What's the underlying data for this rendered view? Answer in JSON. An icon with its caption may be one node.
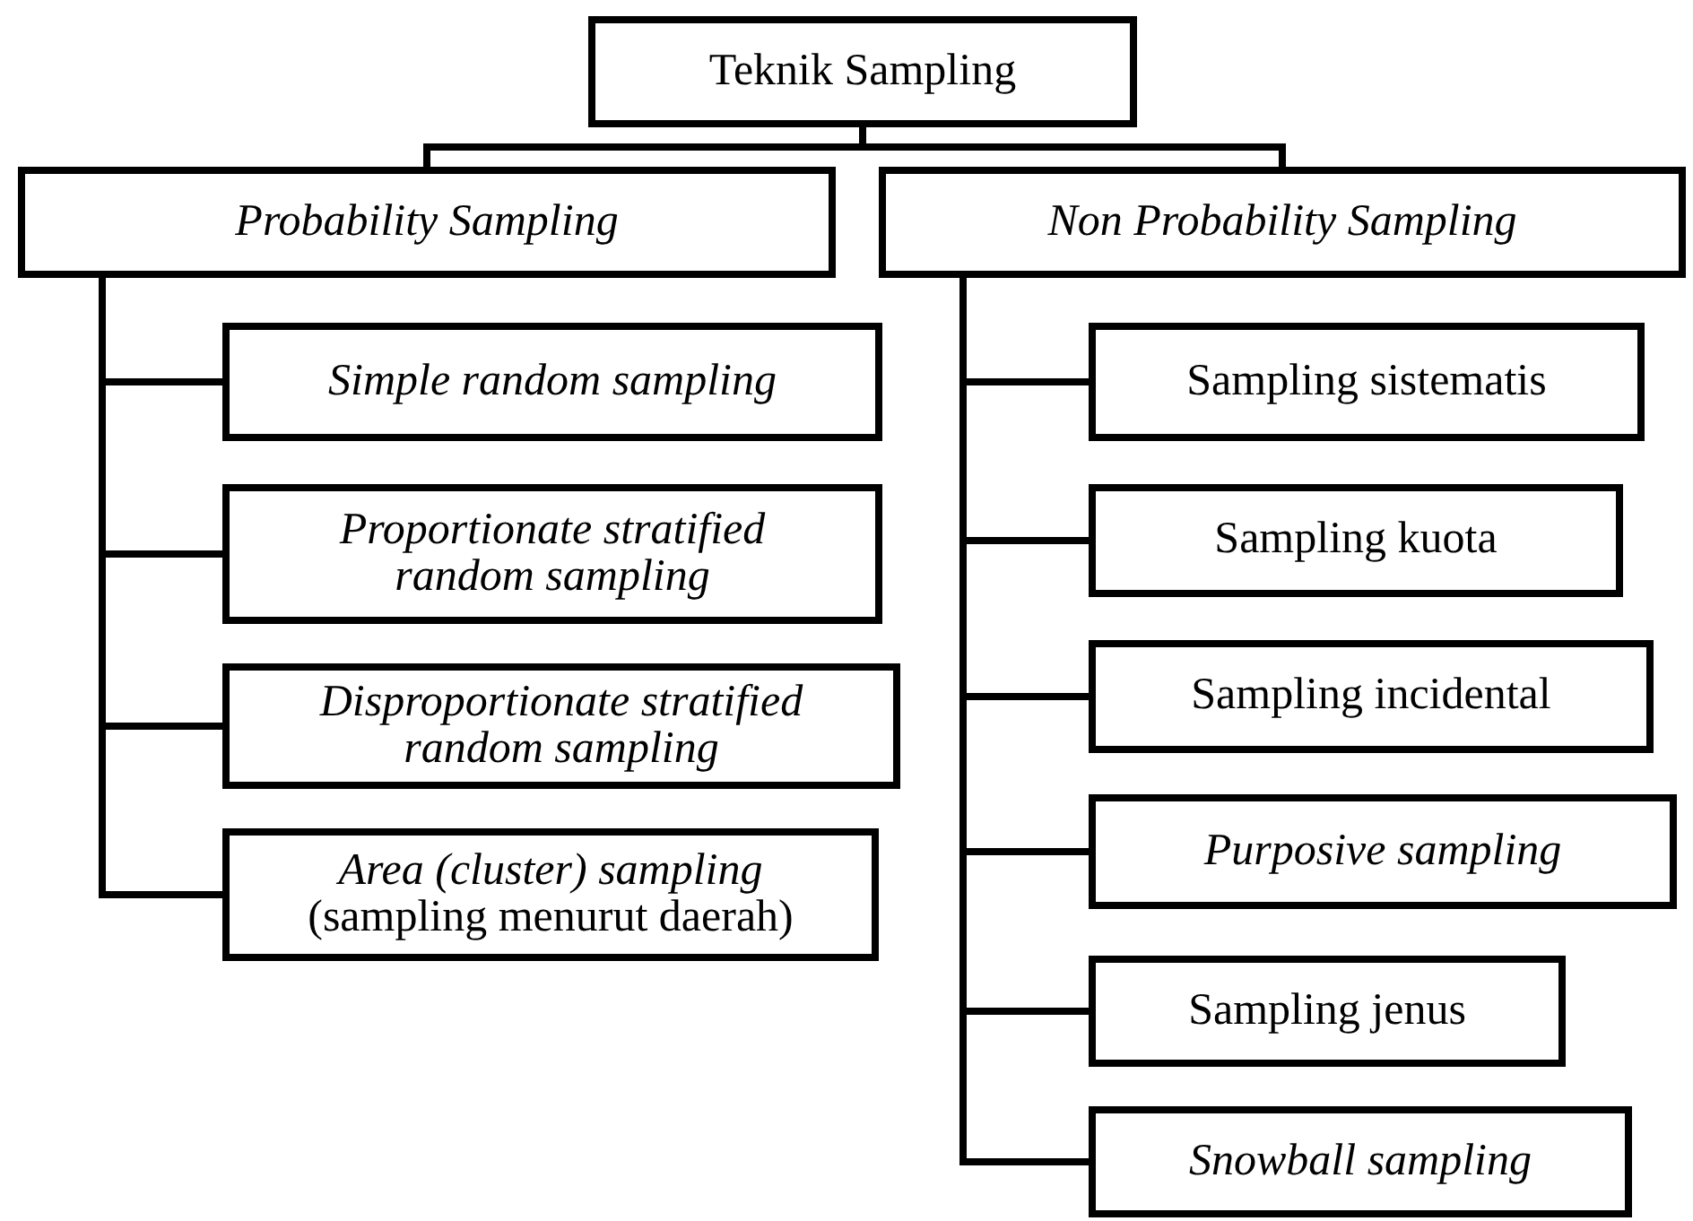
{
  "diagram": {
    "nodes": [
      {
        "text": [
          "Teknik Sampling"
        ]
      },
      {
        "text": [
          "Probability Sampling"
        ]
      },
      {
        "text": [
          "Non Probability Sampling"
        ]
      },
      {
        "text": [
          "Simple random sampling"
        ]
      },
      {
        "text": [
          "Proportionate stratified random sampling"
        ]
      },
      {
        "text": [
          "Disproportionate stratified random sampling"
        ]
      },
      {
        "text": [
          "*Area (cluster) sampling* (sampling menurut daerah)"
        ]
      },
      {
        "text": [
          "Sampling sistematis"
        ]
      },
      {
        "text": [
          "Sampling kuota"
        ]
      },
      {
        "text": [
          "Sampling incidental"
        ]
      },
      {
        "text": [
          "Purposive sampling"
        ]
      },
      {
        "text": [
          "Sampling jenus"
        ]
      },
      {
        "text": [
          "Snowball sampling"
        ]
      }
    ],
    "edges": [
      {
        "from": 0,
        "to": 1,
        "arrow": "none"
      },
      {
        "from": 0,
        "to": 2,
        "arrow": "none"
      },
      {
        "from": 1,
        "to": 3,
        "arrow": "none"
      },
      {
        "from": 1,
        "to": 4,
        "arrow": "none"
      },
      {
        "from": 1,
        "to": 5,
        "arrow": "none"
      },
      {
        "from": 1,
        "to": 6,
        "arrow": "none"
      },
      {
        "from": 2,
        "to": 7,
        "arrow": "none"
      },
      {
        "from": 2,
        "to": 8,
        "arrow": "none"
      },
      {
        "from": 2,
        "to": 9,
        "arrow": "none"
      },
      {
        "from": 2,
        "to": 10,
        "arrow": "none"
      },
      {
        "from": 2,
        "to": 11,
        "arrow": "none"
      },
      {
        "from": 2,
        "to": 12,
        "arrow": "none"
      }
    ]
  }
}
